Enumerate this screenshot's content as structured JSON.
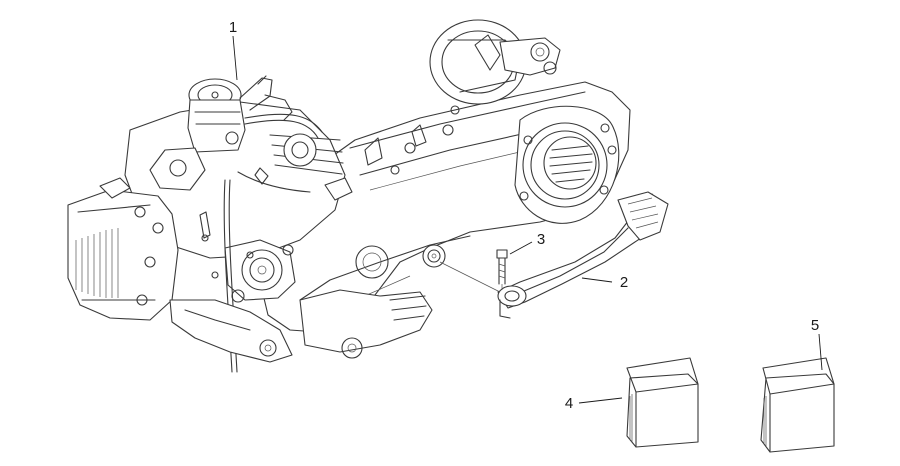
{
  "callouts": [
    {
      "id": "1",
      "label": "1"
    },
    {
      "id": "2",
      "label": "2"
    },
    {
      "id": "3",
      "label": "3"
    },
    {
      "id": "4",
      "label": "4"
    },
    {
      "id": "5",
      "label": "5"
    }
  ],
  "colors": {
    "line": "#3a3a3a",
    "background": "#ffffff",
    "text": "#1a1a1a"
  }
}
